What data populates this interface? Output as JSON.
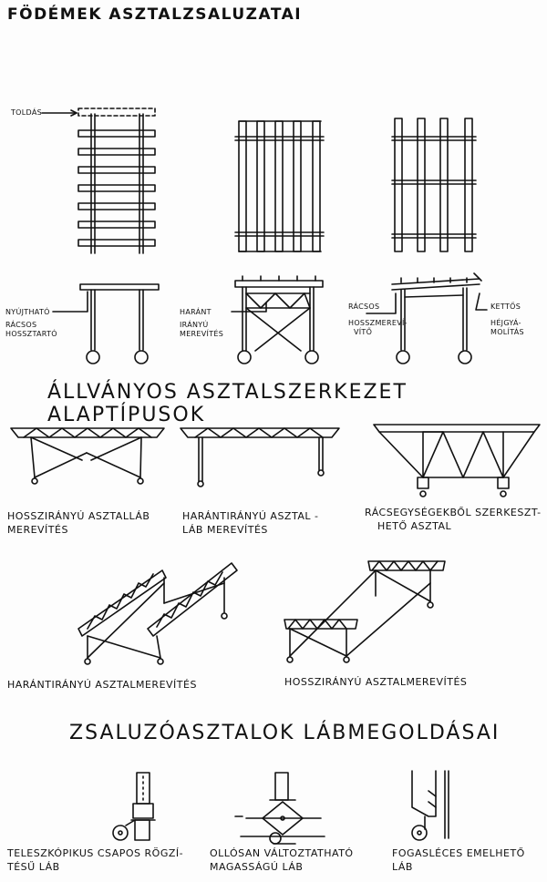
{
  "title": "FÖDÉMEK ASZTALZSALUZATAI",
  "sections": {
    "alaptipusok": "ÁLLVÁNYOS  ASZTALSZERKEZET  ALAPTÍPUSOK",
    "labmegoldasai": "ZSALUZÓASZTALOK  LÁBMEGOLDÁSAI"
  },
  "plan_labels": {
    "toldas": "TOLDÁS"
  },
  "section_labels": {
    "nyujthato": "NYÚJTHATÓ",
    "racsos_hossztarto_1": "RÁCSOS",
    "racsos_hossztarto_2": "HOSSZTARTÓ",
    "harant": "HARÁNT",
    "iranyu": "IRÁNYÚ",
    "merevites": "MEREVÍTÉS",
    "racsos": "RÁCSOS",
    "hosszmerevito_1": "HOSSZMEREVÍ-",
    "hosszmerevito_2": "VÍTŐ",
    "kettos": "KETTŐS",
    "hejgyamolitas_1": "HÉJGYÁ-",
    "hejgyamolitas_2": "MOLÍTÁS"
  },
  "type_captions": {
    "hosszirany_1": "HOSSZIRÁNYÚ ASZTALLÁB",
    "hosszirany_2": "MEREVÍTÉS",
    "harant_1": "HARÁNTIRÁNYÚ ASZTAL -",
    "harant_2": "LÁB  MEREVÍTÉS",
    "racs_1": "RÁCSEGYSÉGEKBŐL  SZERKESZT-",
    "racs_2": "HETŐ  ASZTAL"
  },
  "bracing_captions": {
    "harant": "HARÁNTIRÁNYÚ     ASZTALMEREVÍTÉS",
    "hossz": "HOSSZIRÁNYÚ  ASZTALMEREVÍTÉS"
  },
  "leg_captions": {
    "teleszkopikus_1": "TELESZKÓPIKUS  CSAPOS  RÖGZÍ-",
    "teleszkopikus_2": "TÉSŰ  LÁB",
    "ollosan_1": "OLLÓSAN  VÁLTOZTATHATÓ",
    "ollosan_2": "MAGASSÁGÚ  LÁB",
    "fogasleces_1": "FOGASLÉCES  EMELHETŐ",
    "fogasleces_2": "LÁB"
  }
}
